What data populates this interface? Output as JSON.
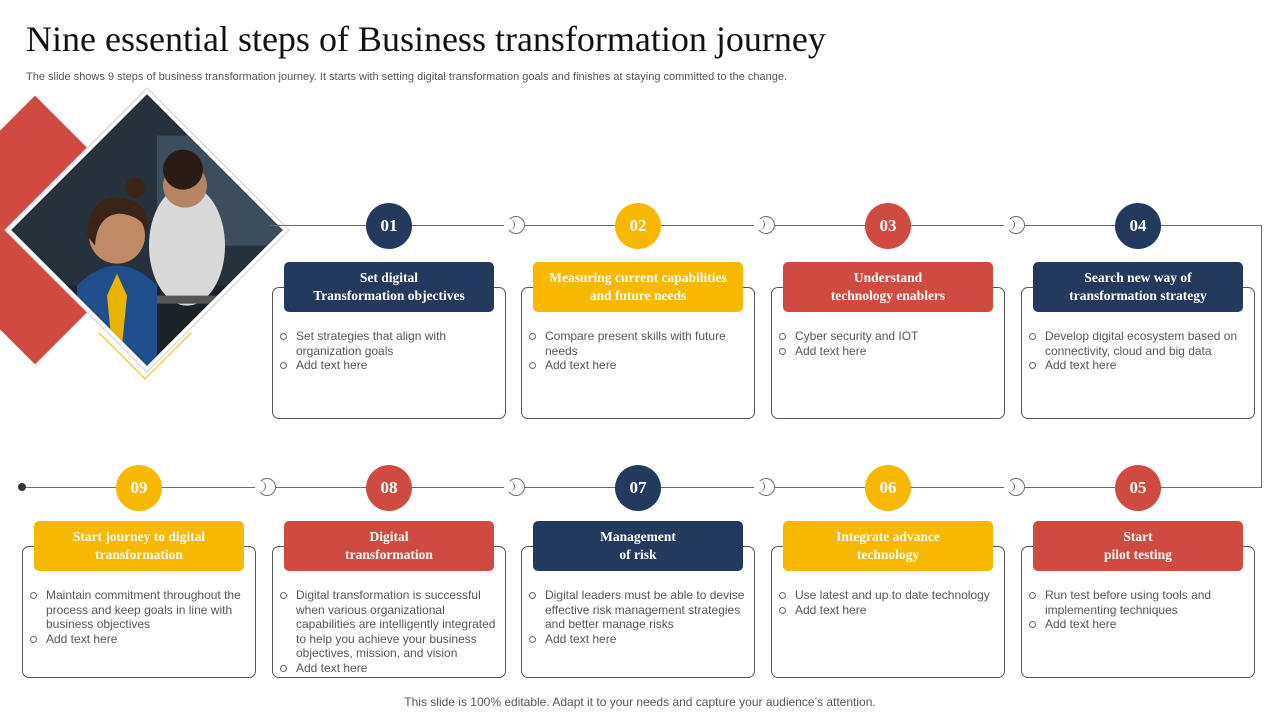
{
  "title": "Nine essential steps of Business transformation journey",
  "subtitle": "The slide shows 9 steps of business transformation journey. It starts with setting digital transformation goals and finishes at staying committed to the change.",
  "footer": "This slide is 100% editable. Adapt it to your needs and capture your audience’s attention.",
  "colors": {
    "navy": "#233a5e",
    "yellow": "#f8b800",
    "red": "#cf4a40"
  },
  "steps": [
    {
      "number": "01",
      "color": "navy",
      "heading": "Set digital\nTransformation objectives",
      "bullets": [
        "Set strategies that align with organization goals",
        "Add text here"
      ]
    },
    {
      "number": "02",
      "color": "yellow",
      "heading": "Measuring current capabilities\nand future needs",
      "bullets": [
        "Compare present skills with future needs",
        "Add text here"
      ]
    },
    {
      "number": "03",
      "color": "red",
      "heading": "Understand\ntechnology enablers",
      "bullets": [
        "Cyber security  and IOT",
        "Add text here"
      ]
    },
    {
      "number": "04",
      "color": "navy",
      "heading": "Search new way of\ntransformation strategy",
      "bullets": [
        "Develop digital ecosystem based on connectivity, cloud and big data",
        " Add text here"
      ]
    },
    {
      "number": "05",
      "color": "red",
      "heading": "Start\npilot testing",
      "bullets": [
        "Run test before using tools and implementing techniques",
        "Add text here"
      ]
    },
    {
      "number": "06",
      "color": "yellow",
      "heading": "Integrate advance\ntechnology",
      "bullets": [
        "Use latest and up to date technology",
        "Add text here"
      ]
    },
    {
      "number": "07",
      "color": "navy",
      "heading": "Management\nof risk",
      "bullets": [
        "Digital leaders must be able to devise effective risk management strategies and better manage risks",
        "Add text here"
      ]
    },
    {
      "number": "08",
      "color": "red",
      "heading": "Digital\ntransformation",
      "bullets": [
        "Digital transformation is successful when various organizational capabilities are intelligently integrated to help you achieve your business objectives, mission, and vision",
        "Add text here"
      ]
    },
    {
      "number": "09",
      "color": "yellow",
      "heading": "Start journey to digital\ntransformation",
      "bullets": [
        "Maintain commitment throughout the process and keep goals in line with business objectives",
        "Add text here"
      ]
    }
  ]
}
